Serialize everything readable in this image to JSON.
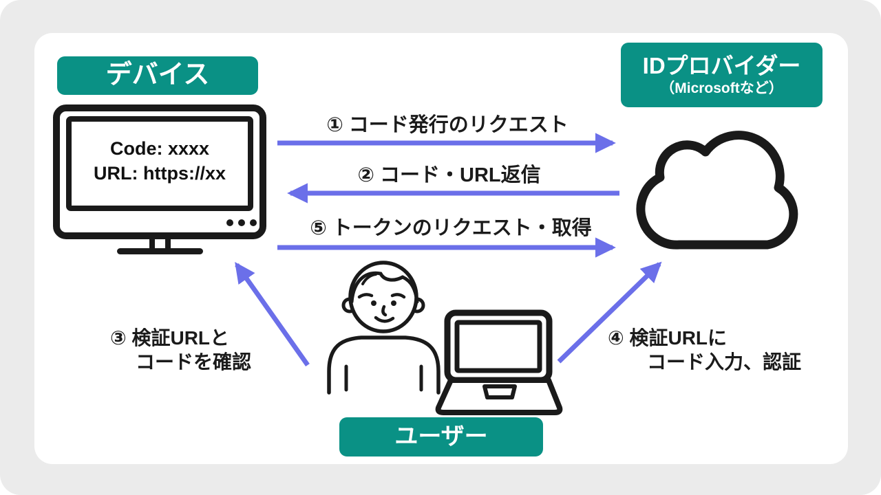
{
  "diagram": {
    "device": {
      "label": "デバイス",
      "screen_line1": "Code: xxxx",
      "screen_line2": "URL: https://xx"
    },
    "provider": {
      "label": "IDプロバイダー",
      "sublabel": "（Microsoftなど）"
    },
    "user": {
      "label": "ユーザー"
    },
    "steps": {
      "s1": {
        "text": "① コード発行のリクエスト"
      },
      "s2": {
        "text": "② コード・URL返信"
      },
      "s3": {
        "line1": "③ 検証URLと",
        "line2": "コードを確認"
      },
      "s4": {
        "line1": "④ 検証URLに",
        "line2": "コード入力、認証"
      },
      "s5": {
        "text": "⑤ トークンのリクエスト・取得"
      }
    },
    "icons": {
      "device": "monitor-icon",
      "provider": "cloud-icon",
      "user_person": "person-icon",
      "user_laptop": "laptop-icon"
    },
    "colors": {
      "badge_teal": "#0a9185",
      "arrow_blue": "#6b6fe9",
      "background_gray": "#ebebeb",
      "card_white": "#ffffff",
      "stroke_black": "#1a1a1a"
    }
  }
}
